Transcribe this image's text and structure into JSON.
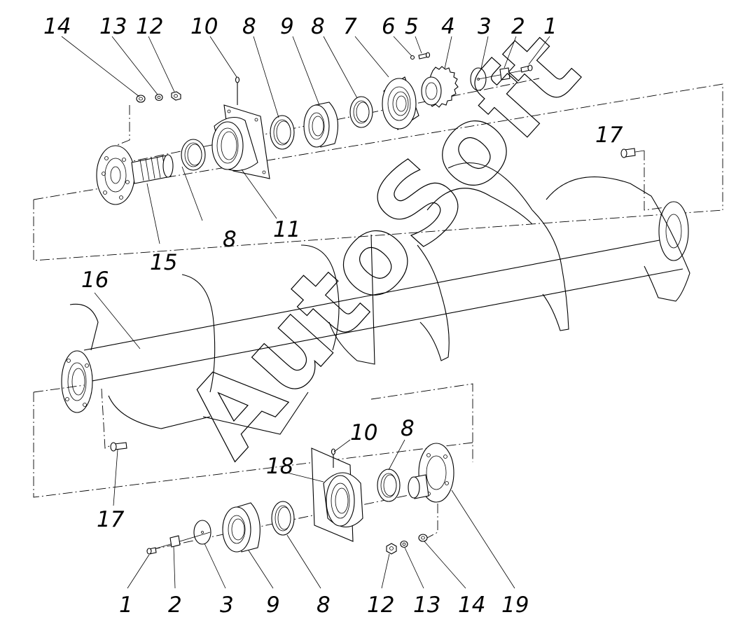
{
  "watermark": "AutoSoft",
  "callouts": {
    "top": [
      "14",
      "13",
      "12",
      "10",
      "8",
      "9",
      "8",
      "7",
      "6",
      "5",
      "4",
      "3",
      "2",
      "1"
    ],
    "right_17": "17",
    "mid": [
      "8",
      "11",
      "15",
      "16"
    ],
    "lower": [
      "10",
      "8",
      "18",
      "17"
    ],
    "bottom": [
      "1",
      "2",
      "3",
      "9",
      "8",
      "12",
      "13",
      "14",
      "19"
    ]
  }
}
